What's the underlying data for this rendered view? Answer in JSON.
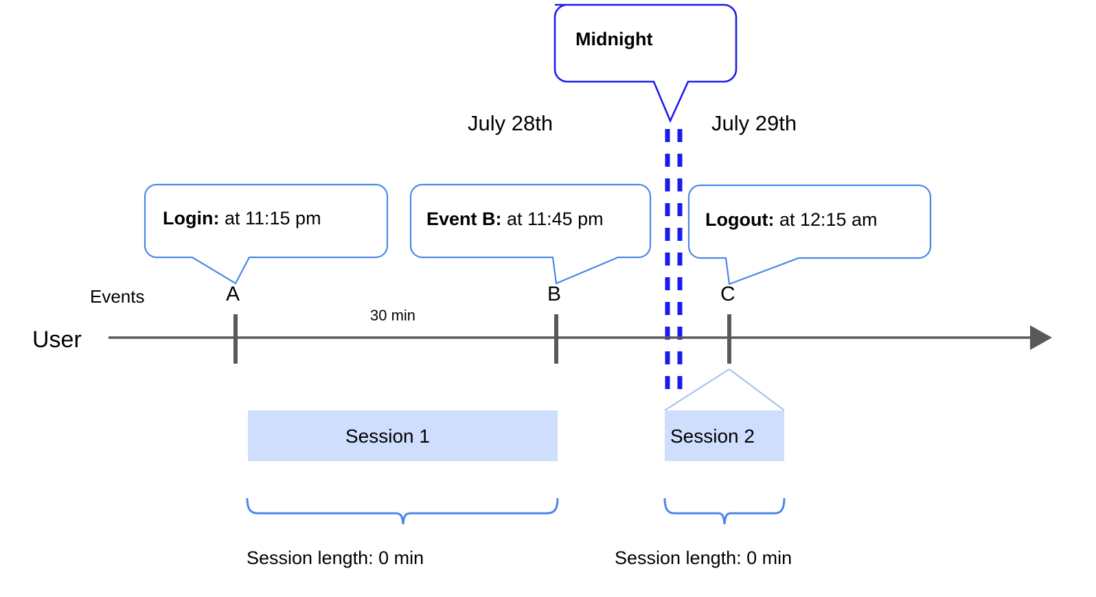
{
  "diagram": {
    "title_callout": {
      "label": "Midnight"
    },
    "dates": [
      {
        "name": "date-july-28",
        "label": "July 28th"
      },
      {
        "name": "date-july-29",
        "label": "July 29th"
      }
    ],
    "axis": {
      "row_label": "User",
      "events_label": "Events"
    },
    "event_callouts": [
      {
        "id": "login",
        "bold": "Login:",
        "rest": " at 11:15 pm"
      },
      {
        "id": "event-b",
        "bold": "Event B:",
        "rest": " at 11:45 pm"
      },
      {
        "id": "logout",
        "bold": "Logout:",
        "rest": " at 12:15 am"
      }
    ],
    "event_markers": [
      {
        "id": "a",
        "label": "A"
      },
      {
        "id": "b",
        "label": "B"
      },
      {
        "id": "c",
        "label": "C"
      }
    ],
    "gap_label": "30 min",
    "sessions": [
      {
        "id": "session-1",
        "label": "Session 1",
        "length_label": "Session length: 0 min"
      },
      {
        "id": "session-2",
        "label": "Session 2",
        "length_label": "Session length: 0 min"
      }
    ],
    "colors": {
      "callout_border": "#4a86e8",
      "midnight_border": "#1a1aee",
      "midnight_dash": "#1a1aee",
      "axis": "#595959",
      "session_fill": "#cfdefc",
      "brace": "#4a86e8",
      "connector": "#a8c3f0"
    }
  }
}
